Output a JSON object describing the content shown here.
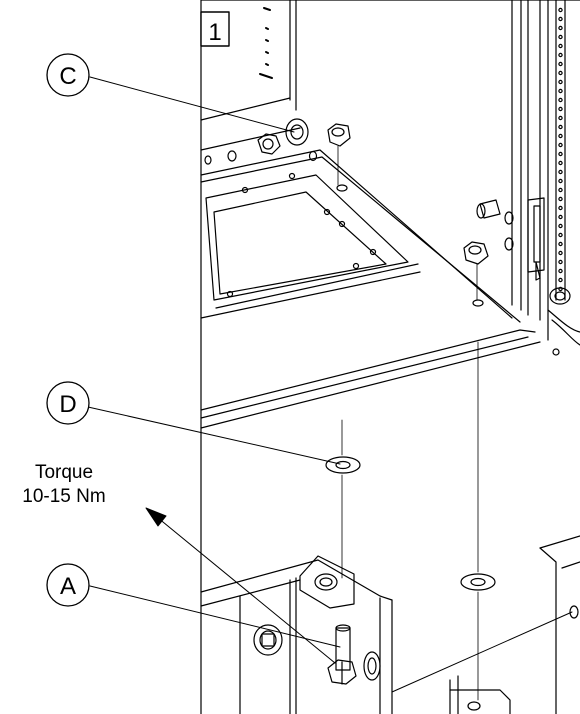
{
  "figure": {
    "step_number": "1",
    "callouts": [
      {
        "id": "c",
        "letter": "C"
      },
      {
        "id": "d",
        "letter": "D"
      },
      {
        "id": "a",
        "letter": "A"
      }
    ],
    "torque_note": {
      "line1": "Torque",
      "line2": "10-15 Nm"
    }
  },
  "colors": {
    "line": "#000000",
    "background": "#ffffff"
  }
}
